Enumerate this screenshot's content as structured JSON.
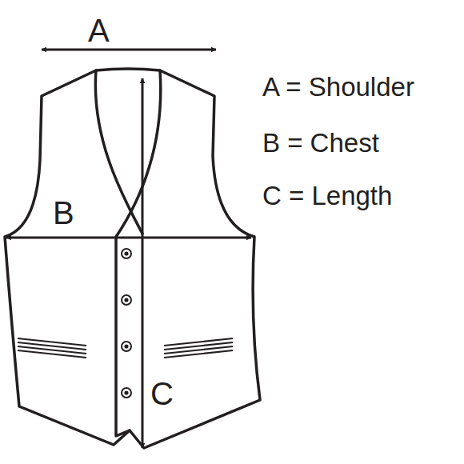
{
  "diagram": {
    "labels": [
      "A",
      "B",
      "C",
      "A = Shoulder",
      "B = Chest",
      "C = Length"
    ]
  }
}
